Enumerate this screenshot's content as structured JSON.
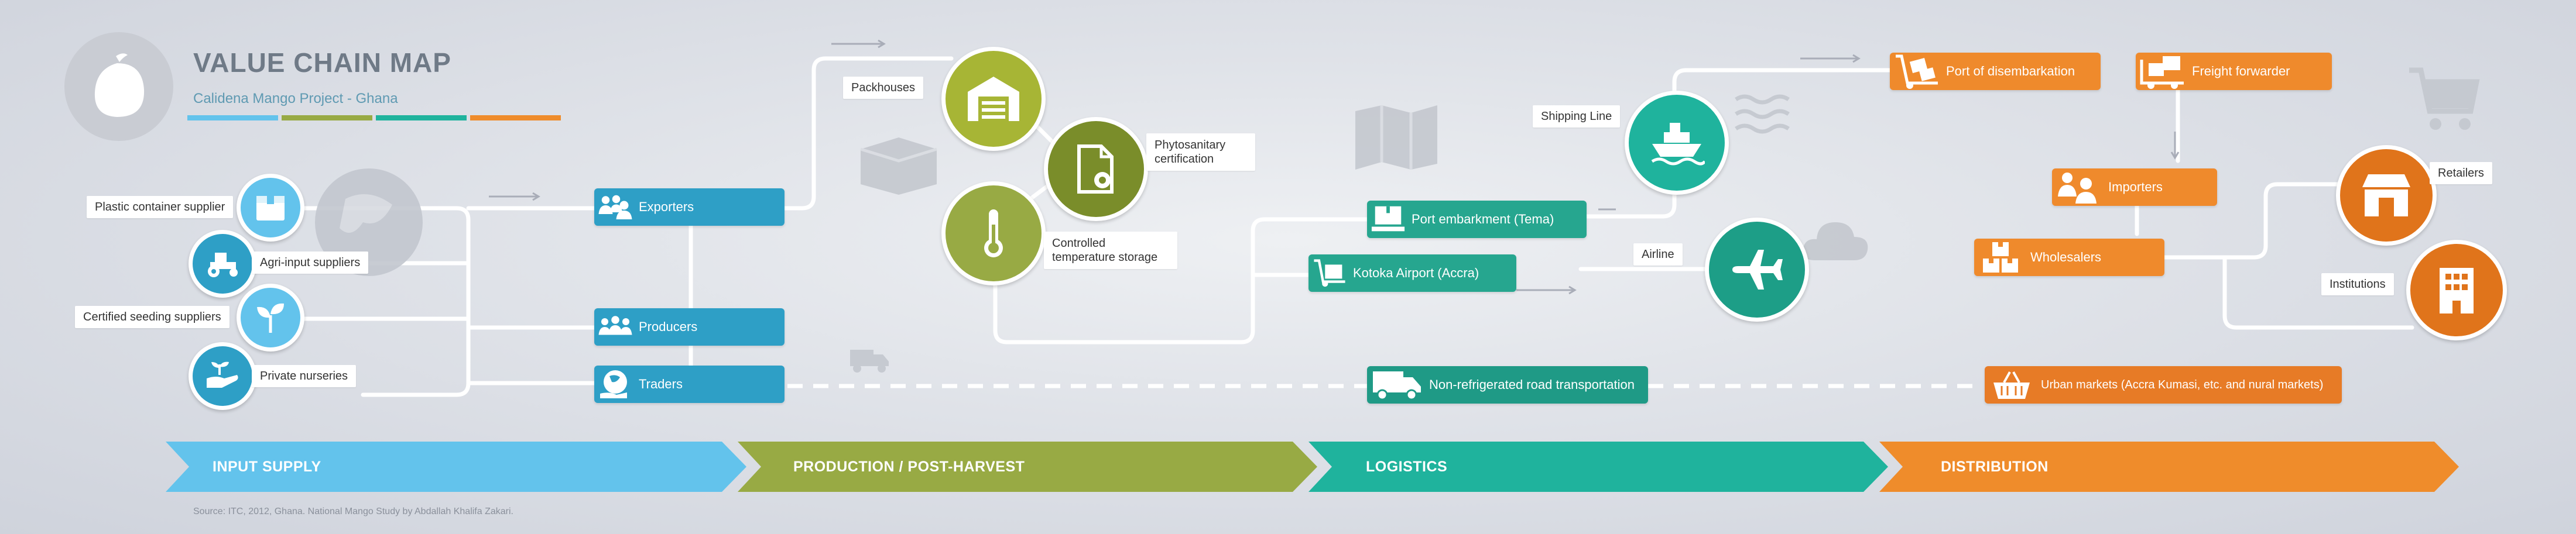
{
  "header": {
    "title": "VALUE CHAIN MAP",
    "subtitle": "Calidena Mango Project - Ghana"
  },
  "colors": {
    "input_supply": "#63c3ec",
    "production": "#98aa44",
    "logistics": "#1fb39d",
    "distribution": "#ef8c2b",
    "blue_box": "#2e9fc6",
    "teal_box": "#1f9a86",
    "orange_box": "#ef8a2c",
    "production_circle": "#a7b535",
    "olive_circle": "#7a8d2a"
  },
  "input_supply": {
    "plastic_container": "Plastic container supplier",
    "agri_input": "Agri-input suppliers",
    "certified_seeding": "Certified seeding suppliers",
    "private_nurseries": "Private nurseries"
  },
  "production": {
    "exporters": "Exporters",
    "producers": "Producers",
    "traders": "Traders",
    "packhouses": "Packhouses",
    "phyto_line1": "Phytosanitary",
    "phyto_line2": "certification",
    "cold_line1": "Controlled",
    "cold_line2": "temperature storage"
  },
  "logistics": {
    "port_embarkment": "Port embarkment (Tema)",
    "kotoka_airport": "Kotoka Airport (Accra)",
    "shipping_line": "Shipping Line",
    "airline": "Airline",
    "road_transport": "Non-refrigerated road transportation"
  },
  "distribution": {
    "port_disembarkation": "Port of disembarkation",
    "freight_forwarder": "Freight forwarder",
    "importers": "Importers",
    "wholesalers": "Wholesalers",
    "retailers": "Retailers",
    "institutions": "Institutions",
    "urban_markets": "Urban markets (Accra Kumasi, etc. and nural markets)"
  },
  "stages": [
    "INPUT SUPPLY",
    "PRODUCTION / POST-HARVEST",
    "LOGISTICS",
    "DISTRIBUTION"
  ],
  "footer": {
    "source": "Source: ITC, 2012, Ghana. National Mango Study by Abdallah Khalifa Zakari."
  }
}
